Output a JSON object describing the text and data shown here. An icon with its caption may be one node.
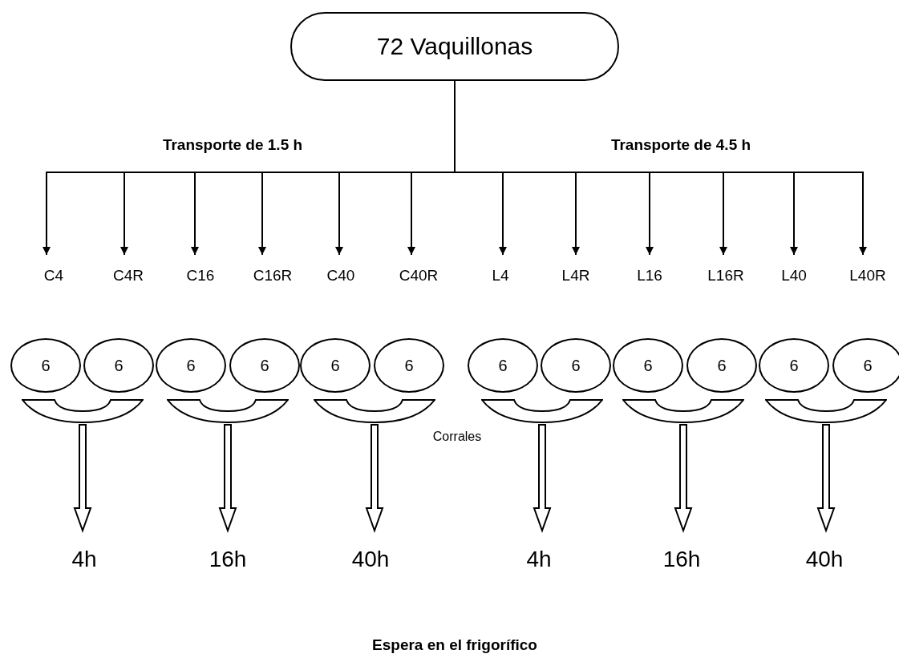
{
  "diagram": {
    "nodes": [
      {
        "text": [
          "72 Vaquillonas"
        ]
      },
      {
        "text": [
          "C4"
        ]
      },
      {
        "text": [
          "C4R"
        ]
      },
      {
        "text": [
          "C16"
        ]
      },
      {
        "text": [
          "C16R"
        ]
      },
      {
        "text": [
          "C40"
        ]
      },
      {
        "text": [
          "C40R"
        ]
      },
      {
        "text": [
          "L4"
        ]
      },
      {
        "text": [
          "L4R"
        ]
      },
      {
        "text": [
          "L16"
        ]
      },
      {
        "text": [
          "L16R"
        ]
      },
      {
        "text": [
          "L40"
        ]
      },
      {
        "text": [
          "L40R"
        ]
      },
      {
        "text": [
          "6"
        ]
      },
      {
        "text": [
          "6"
        ]
      },
      {
        "text": [
          "6"
        ]
      },
      {
        "text": [
          "6"
        ]
      },
      {
        "text": [
          "6"
        ]
      },
      {
        "text": [
          "6"
        ]
      },
      {
        "text": [
          "6"
        ]
      },
      {
        "text": [
          "6"
        ]
      },
      {
        "text": [
          "6"
        ]
      },
      {
        "text": [
          "6"
        ]
      },
      {
        "text": [
          "6"
        ]
      },
      {
        "text": [
          "6"
        ]
      },
      {
        "text": [],
        "shape": "bowl"
      },
      {
        "text": [],
        "shape": "bowl"
      },
      {
        "text": [],
        "shape": "bowl"
      },
      {
        "text": [],
        "shape": "bowl"
      },
      {
        "text": [],
        "shape": "bowl"
      },
      {
        "text": [],
        "shape": "bowl"
      },
      {
        "text": [
          "4h"
        ]
      },
      {
        "text": [
          "16h"
        ]
      },
      {
        "text": [
          "40h"
        ]
      },
      {
        "text": [
          "4h"
        ]
      },
      {
        "text": [
          "16h"
        ]
      },
      {
        "text": [
          "40h"
        ]
      }
    ],
    "edges": [
      {
        "from": 0,
        "to": 1,
        "arrow": "to"
      },
      {
        "from": 0,
        "to": 2,
        "arrow": "to"
      },
      {
        "from": 0,
        "to": 3,
        "arrow": "to"
      },
      {
        "from": 0,
        "to": 4,
        "arrow": "to"
      },
      {
        "from": 0,
        "to": 5,
        "arrow": "to"
      },
      {
        "from": 0,
        "to": 6,
        "arrow": "to"
      },
      {
        "from": 0,
        "to": 7,
        "arrow": "to"
      },
      {
        "from": 0,
        "to": 8,
        "arrow": "to"
      },
      {
        "from": 0,
        "to": 9,
        "arrow": "to"
      },
      {
        "from": 0,
        "to": 10,
        "arrow": "to"
      },
      {
        "from": 0,
        "to": 11,
        "arrow": "to"
      },
      {
        "from": 0,
        "to": 12,
        "arrow": "to"
      },
      {
        "from": 25,
        "to": 31,
        "arrow": "to",
        "style": "thick"
      },
      {
        "from": 26,
        "to": 32,
        "arrow": "to",
        "style": "thick"
      },
      {
        "from": 27,
        "to": 33,
        "arrow": "to",
        "style": "thick"
      },
      {
        "from": 28,
        "to": 34,
        "arrow": "to",
        "style": "thick"
      },
      {
        "from": 29,
        "to": 35,
        "arrow": "to",
        "style": "thick"
      },
      {
        "from": 30,
        "to": 36,
        "arrow": "to",
        "style": "thick"
      }
    ],
    "labels": [
      "Transporte de 1.5 h",
      "Transporte de 4.5 h",
      "Corrales",
      "Espera en el frigorífico"
    ]
  }
}
